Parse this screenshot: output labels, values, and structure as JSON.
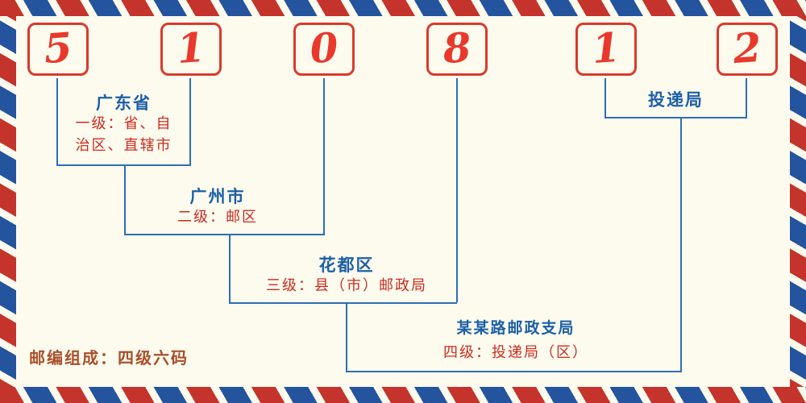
{
  "postal_code": {
    "digits": [
      "5",
      "1",
      "0",
      "8",
      "1",
      "2"
    ]
  },
  "levels": [
    {
      "name": "广东省",
      "desc": "一级：省、自\n治区、直辖市"
    },
    {
      "name": "广州市",
      "desc": "二级：邮区"
    },
    {
      "name": "花都区",
      "desc": "三级：县（市）邮政局"
    },
    {
      "name": "投递局",
      "desc": ""
    },
    {
      "name": "某某路邮政支局",
      "desc": "四级：投递局（区）"
    }
  ],
  "footer": {
    "composition_note": "邮编组成：四级六码"
  },
  "colors": {
    "digit_red": "#e8392c",
    "box_border_red": "#d93a2c",
    "connector_blue": "#2e6db4",
    "label_blue": "#1c5fa8",
    "desc_red": "#cc2a1f",
    "note_brown": "#a8502c",
    "stripe_red": "#c5342c",
    "stripe_blue": "#24549e",
    "background_cream": "#fdfbee"
  }
}
